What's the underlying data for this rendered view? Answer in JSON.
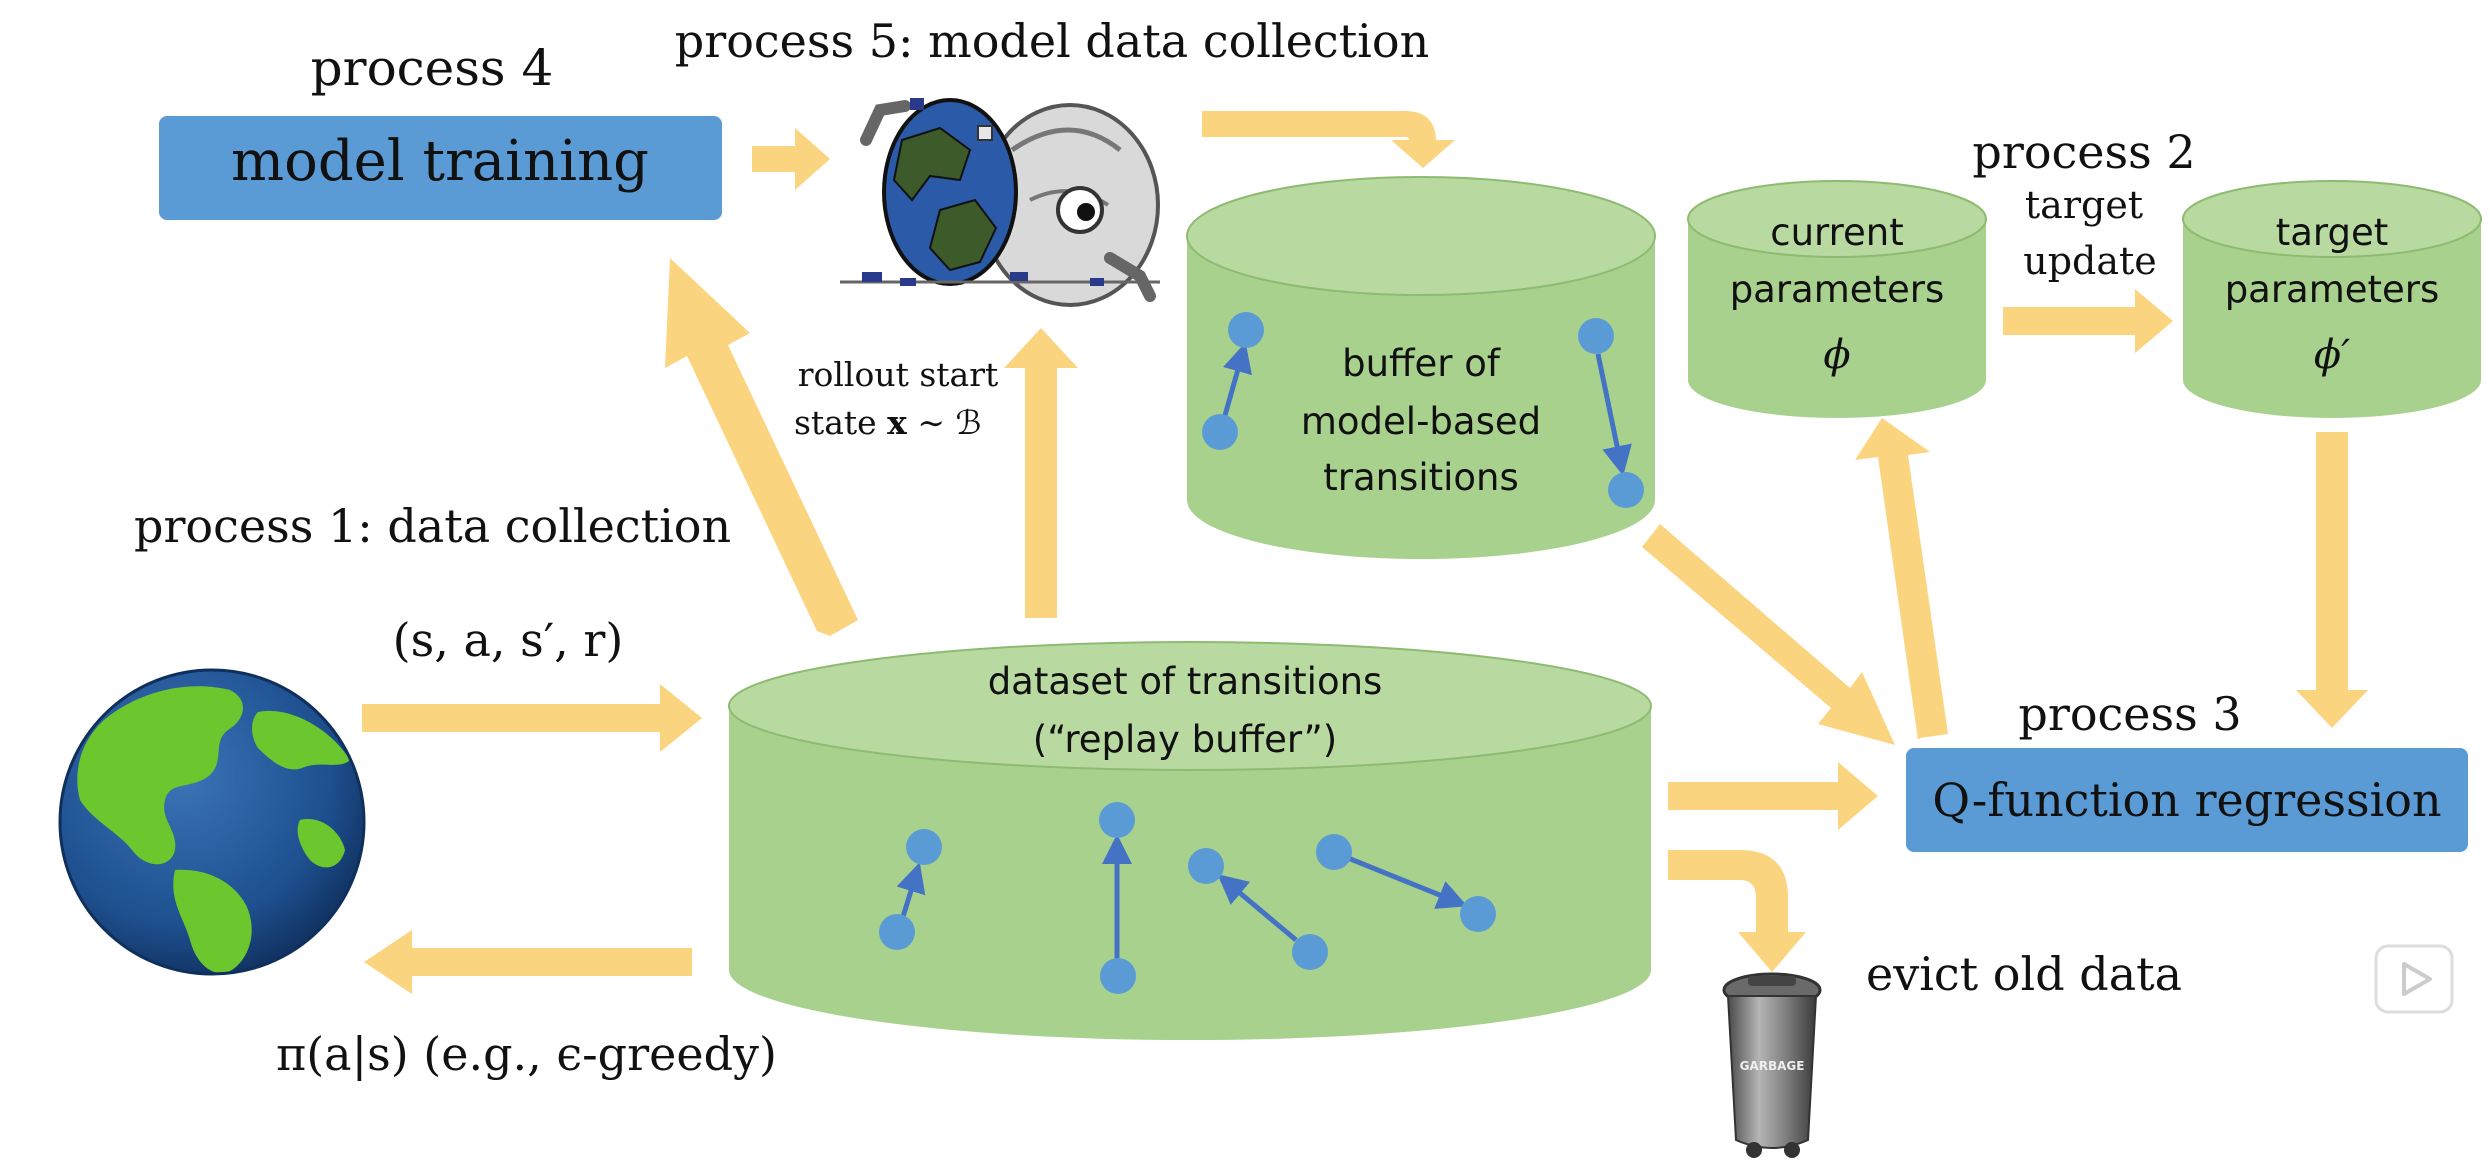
{
  "labels": {
    "process4": "process 4",
    "model_training": "model training",
    "process5": "process 5: model data collection",
    "process2": "process 2",
    "target_update_1": "target",
    "target_update_2": "update",
    "current_params_1": "current",
    "current_params_2": "parameters",
    "current_params_sym": "ϕ",
    "target_params_1": "target",
    "target_params_2": "parameters",
    "target_params_sym": "ϕ′",
    "buffer_model_1": "buffer of",
    "buffer_model_2": "model-based",
    "buffer_model_3": "transitions",
    "rollout_1": "rollout start",
    "rollout_2_prefix": "state ",
    "rollout_2_x": "x",
    "rollout_2_suffix": " ∼ ℬ",
    "process1": "process 1:  data collection",
    "transition_tuple": "(s, a, s′, r)",
    "dataset_1": "dataset of transitions",
    "dataset_2": "(“replay buffer”)",
    "process3": "process 3",
    "q_regression": "Q-function regression",
    "evict": "evict old data",
    "policy": "π(a|s) (e.g., ϵ-greedy)",
    "garbage": "GARBAGE"
  },
  "icons": {
    "earth": "earth-globe-icon",
    "robot_globe": "robot-holding-globe-icon",
    "trash": "garbage-can-icon",
    "play": "play-icon"
  },
  "colors": {
    "arrow": "#fbd480",
    "process_box": "#5b9bd5",
    "cylinder_fill": "#a9d18e",
    "cylinder_top": "#b8d9a0",
    "dot": "#5b9bd5",
    "dot_arrow": "#4472c4"
  }
}
